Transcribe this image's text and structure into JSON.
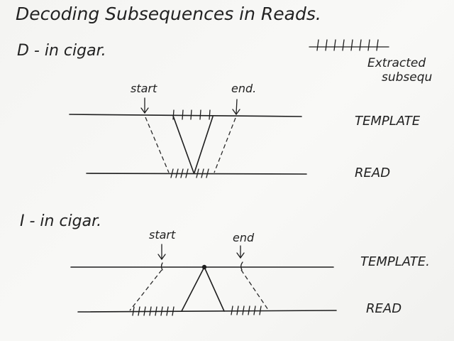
{
  "title": "Decoding Subsequences in Reads.",
  "legend": {
    "label_line1": "Extracted",
    "label_line2": "subsequ"
  },
  "sections": [
    {
      "heading": "D - in cigar.",
      "start_label": "start",
      "end_label": "end.",
      "template_label": "TEMPLATE",
      "read_label": "READ"
    },
    {
      "heading": "I - in cigar.",
      "start_label": "start",
      "end_label": "end",
      "template_label": "TEMPLATE.",
      "read_label": "READ"
    }
  ],
  "colors": {
    "ink": "#1e1e1e",
    "board": "#f6f6f4"
  }
}
